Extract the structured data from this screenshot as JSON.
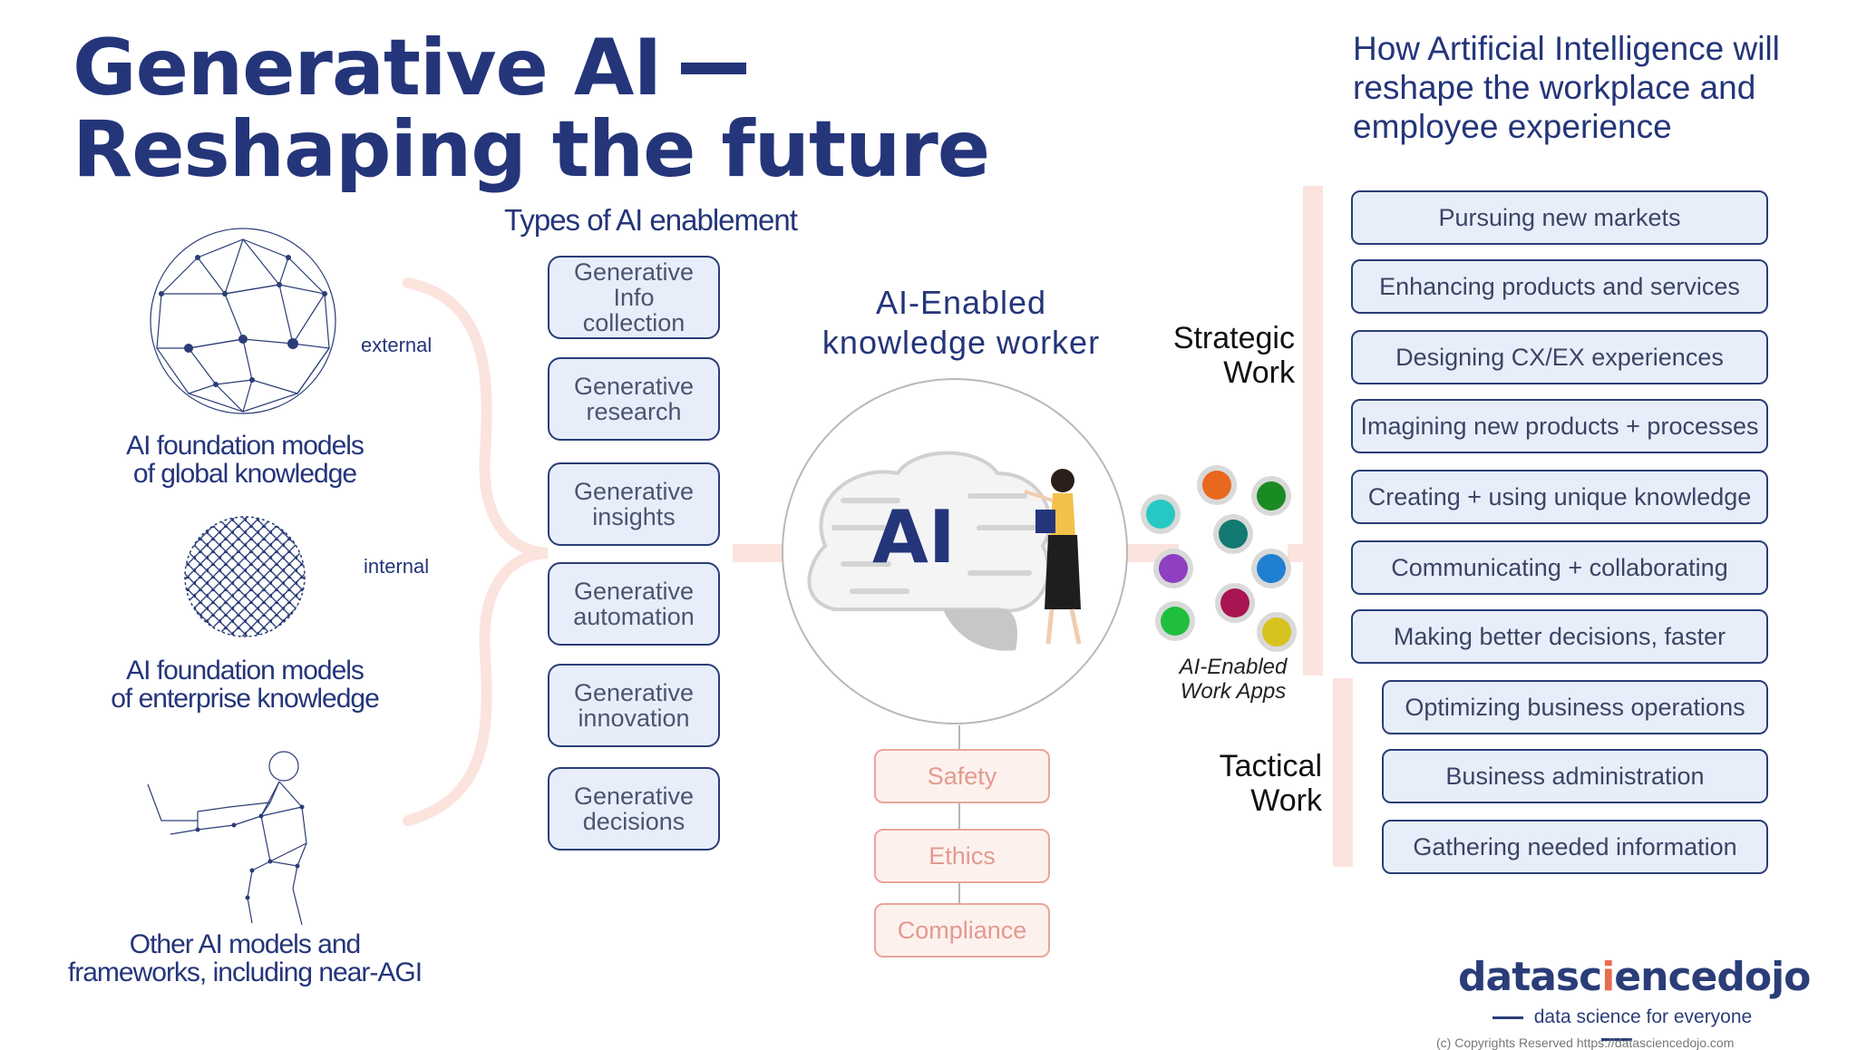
{
  "header": {
    "title_line1": "Generative AI",
    "title_line2": "Reshaping the future",
    "subtitle": "How Artificial Intelligence will reshape the workplace and employee experience"
  },
  "foundation": {
    "external_label": "external",
    "internal_label": "internal",
    "global_models_line1": "AI foundation models",
    "global_models_line2": "of global knowledge",
    "enterprise_models_line1": "AI foundation models",
    "enterprise_models_line2": "of enterprise knowledge",
    "other_models_line1": "Other AI models and",
    "other_models_line2": "frameworks, including near-AGI"
  },
  "types": {
    "title": "Types of AI enablement",
    "items": [
      {
        "line1": "Generative Info",
        "line2": "collection"
      },
      {
        "line1": "Generative",
        "line2": "research"
      },
      {
        "line1": "Generative",
        "line2": "insights"
      },
      {
        "line1": "Generative",
        "line2": "automation"
      },
      {
        "line1": "Generative",
        "line2": "innovation"
      },
      {
        "line1": "Generative",
        "line2": "decisions"
      }
    ]
  },
  "worker": {
    "title_line1": "AI-Enabled",
    "title_line2": "knowledge worker",
    "brain_text": "AI"
  },
  "controls": [
    "Safety",
    "Ethics",
    "Compliance"
  ],
  "apps": {
    "label_line1": "AI-Enabled",
    "label_line2": "Work Apps",
    "colors": [
      "#e8681e",
      "#1a8a22",
      "#27c7c4",
      "#127a72",
      "#8e3fc2",
      "#1f7fd0",
      "#a81552",
      "#1fbf3d",
      "#d8c21d"
    ]
  },
  "work": {
    "strategic_line1": "Strategic",
    "strategic_line2": "Work",
    "tactical_line1": "Tactical",
    "tactical_line2": "Work",
    "strategic_items": [
      "Pursuing new markets",
      "Enhancing products and services",
      "Designing CX/EX experiences",
      "Imagining new products + processes",
      "Creating + using unique knowledge",
      "Communicating + collaborating",
      "Making better decisions, faster"
    ],
    "tactical_items": [
      "Optimizing business operations",
      "Business administration",
      "Gathering needed information"
    ]
  },
  "branding": {
    "logo_part1": "datasc",
    "logo_part2": "i",
    "logo_part3": "encedojo",
    "tagline": "data science for everyone",
    "copyright": "(c) Copyrights Reserved  https://datasciencedojo.com"
  },
  "colors": {
    "navy": "#24357a",
    "box_fill": "#e8eef9",
    "accent_pink": "#fbe3de",
    "control_text": "#e29a8f"
  }
}
